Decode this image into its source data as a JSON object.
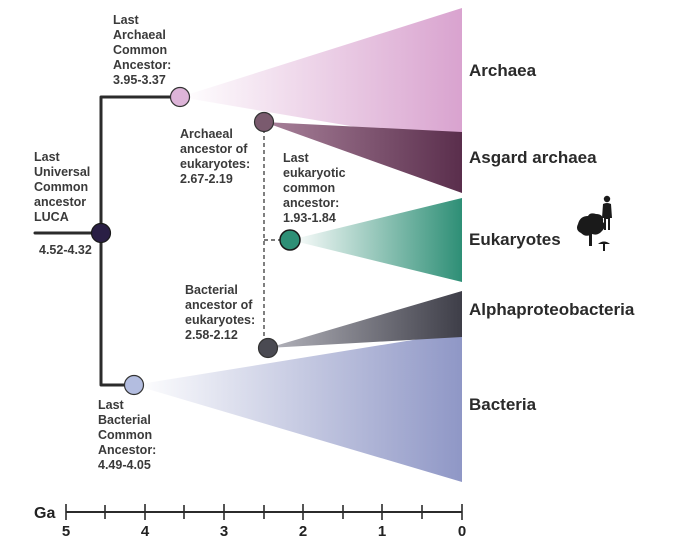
{
  "colors": {
    "archaea": "#d9a3cf",
    "asgard": "#5a2e4c",
    "eukaryotes": "#2e8f76",
    "alpha": "#3e3e48",
    "bacteria": "#8f97c6",
    "luca_node": "#2a1f45",
    "archaea_node": "#ddb4d8",
    "asgard_node": "#7a5a6e",
    "euk_node": "#2e8f76",
    "bact_node": "#b3bde0",
    "alpha_node": "#4a4a52",
    "tree_line": "#2b2b2b"
  },
  "nodes": {
    "luca": {
      "lines": [
        "Last",
        "Universal",
        "Common",
        "ancestor",
        "LUCA"
      ],
      "age": "4.52-4.32"
    },
    "laca": {
      "lines": [
        "Last",
        "Archaeal",
        "Common",
        "Ancestor:",
        "3.95-3.37"
      ]
    },
    "archaeal_euk": {
      "lines": [
        "Archaeal",
        "ancestor of",
        "eukaryotes:",
        "2.67-2.19"
      ]
    },
    "leca": {
      "lines": [
        "Last",
        "eukaryotic",
        "common",
        "ancestor:",
        "1.93-1.84"
      ]
    },
    "bacterial_euk": {
      "lines": [
        "Bacterial",
        "ancestor of",
        "eukaryotes:",
        "2.58-2.12"
      ]
    },
    "lbca": {
      "lines": [
        "Last",
        "Bacterial",
        "Common",
        "Ancestor:",
        "4.49-4.05"
      ]
    }
  },
  "clades": {
    "archaea": "Archaea",
    "asgard": "Asgard archaea",
    "eukaryotes": "Eukaryotes",
    "alpha": "Alphaproteobacteria",
    "bacteria": "Bacteria"
  },
  "axis": {
    "unit": "Ga",
    "ticks": [
      "5",
      "4",
      "3",
      "2",
      "1",
      "0"
    ],
    "range": [
      5,
      0
    ]
  },
  "icons": {
    "eukaryote_icons": "human-tree-mushroom-icon"
  }
}
